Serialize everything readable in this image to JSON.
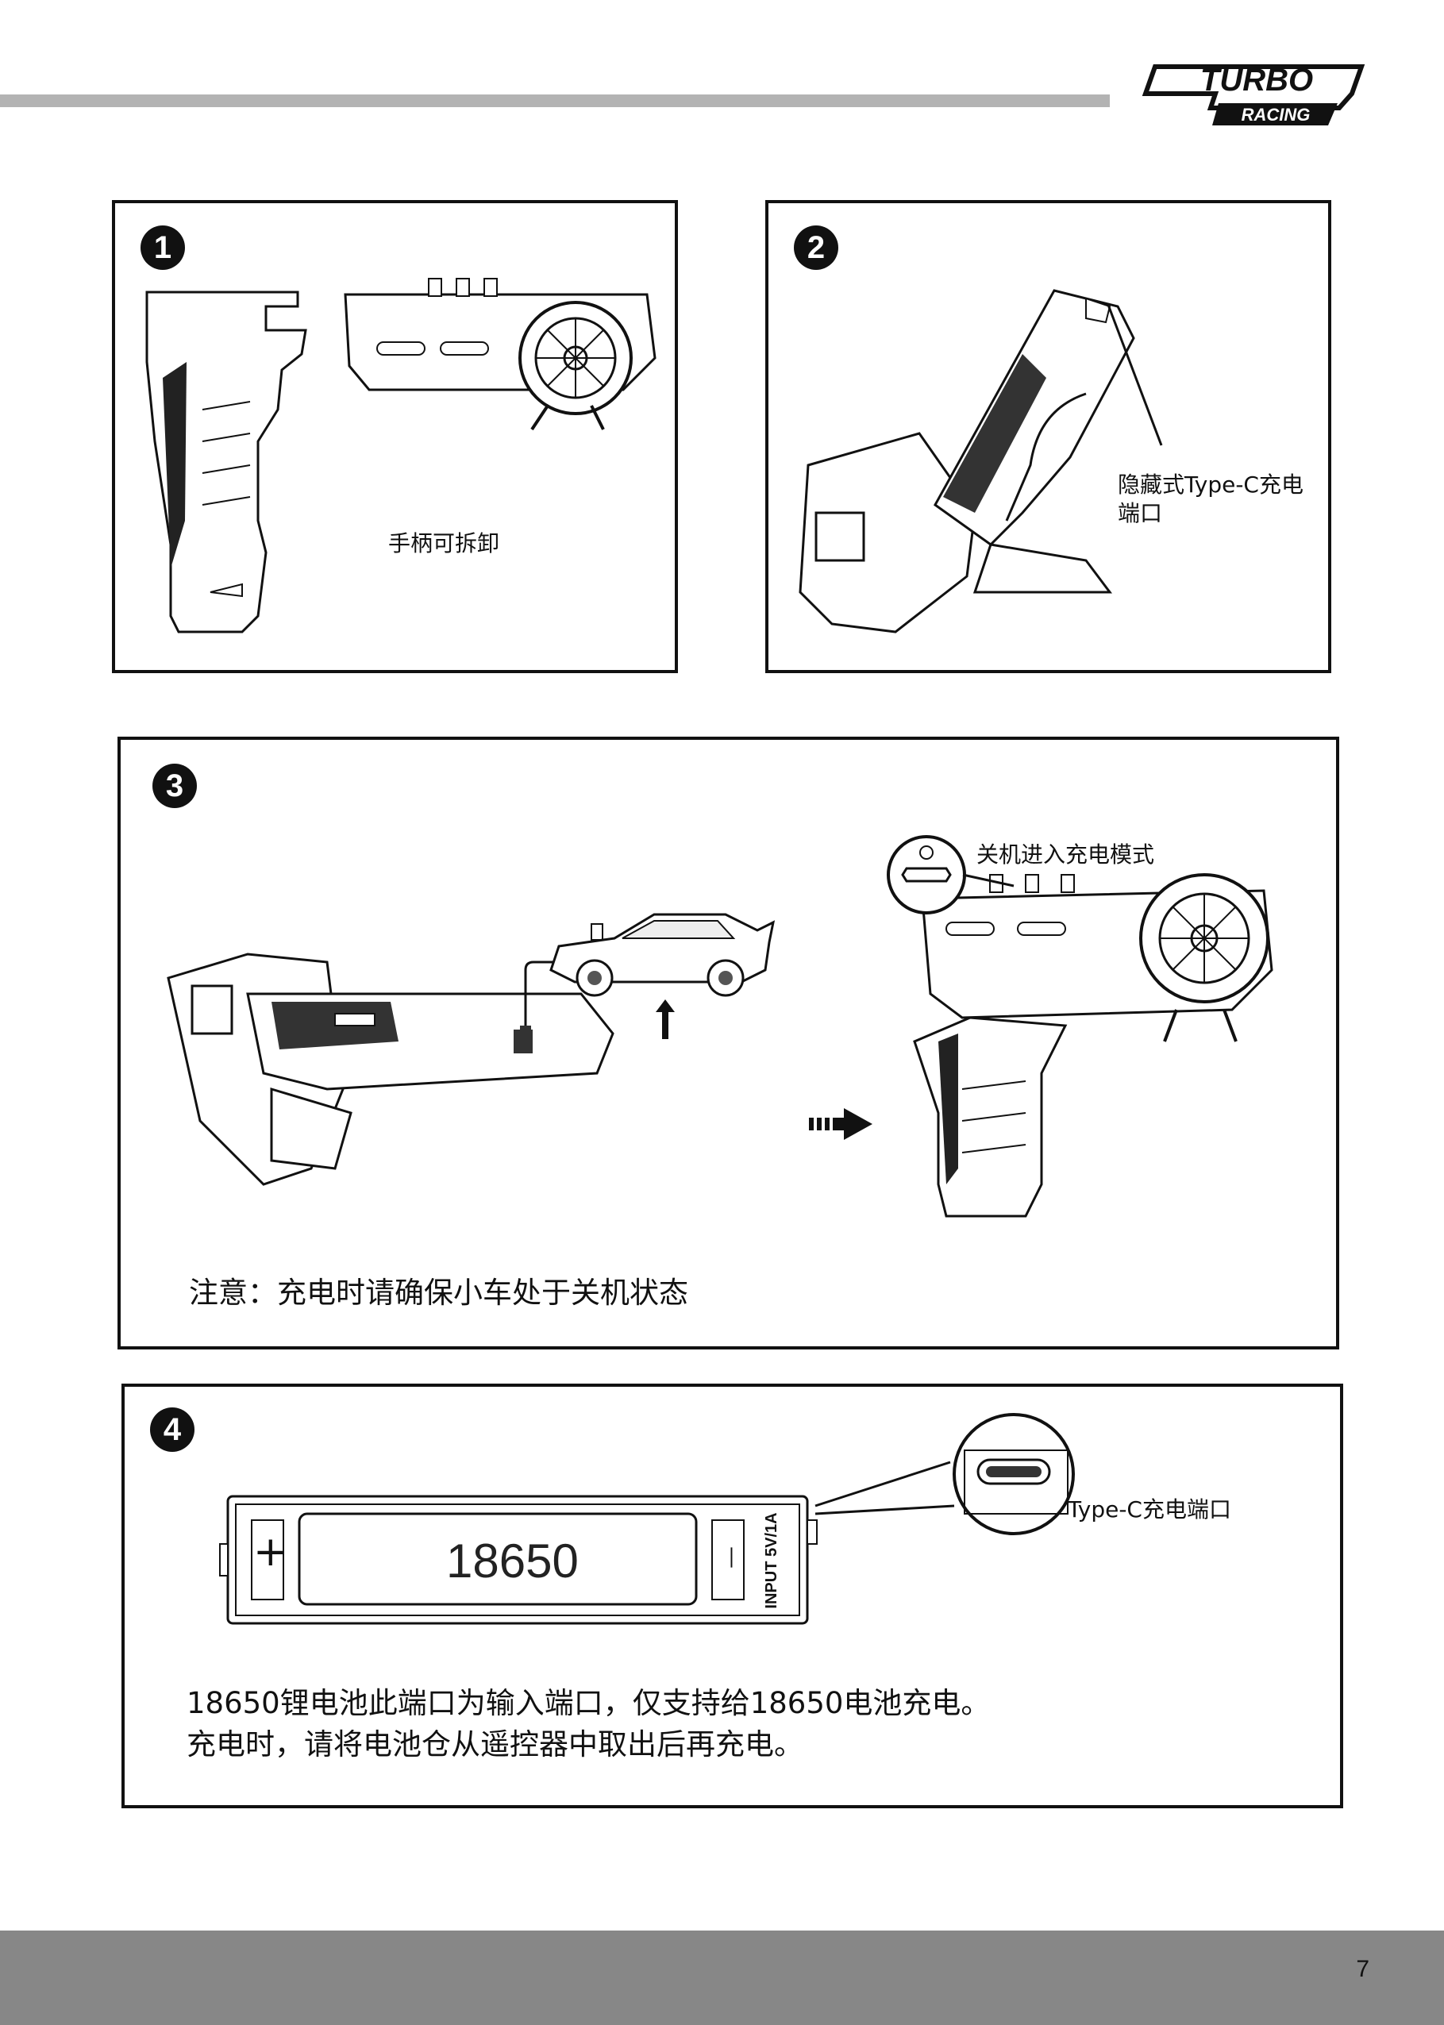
{
  "header": {
    "logo_word": "TURBO",
    "logo_sub": "RACING"
  },
  "panel1": {
    "number": "1",
    "label": "手柄可拆卸"
  },
  "panel2": {
    "number": "2",
    "label_line1": "隐藏式Type-C充电",
    "label_line2": "端口"
  },
  "panel3": {
    "number": "3",
    "callout": "关机进入充电模式",
    "note": "注意：充电时请确保小车处于关机状态"
  },
  "panel4": {
    "number": "4",
    "battery_label": "18650",
    "plus_sign": "+",
    "minus_sign": "—",
    "port_rating": "INPUT 5V/1A",
    "port_label": "Type-C充电端口",
    "note_line1": "18650锂电池此端口为输入端口，仅支持给18650电池充电。",
    "note_line2": "充电时，请将电池仓从遥控器中取出后再充电。"
  },
  "footer": {
    "page_number": "7"
  }
}
